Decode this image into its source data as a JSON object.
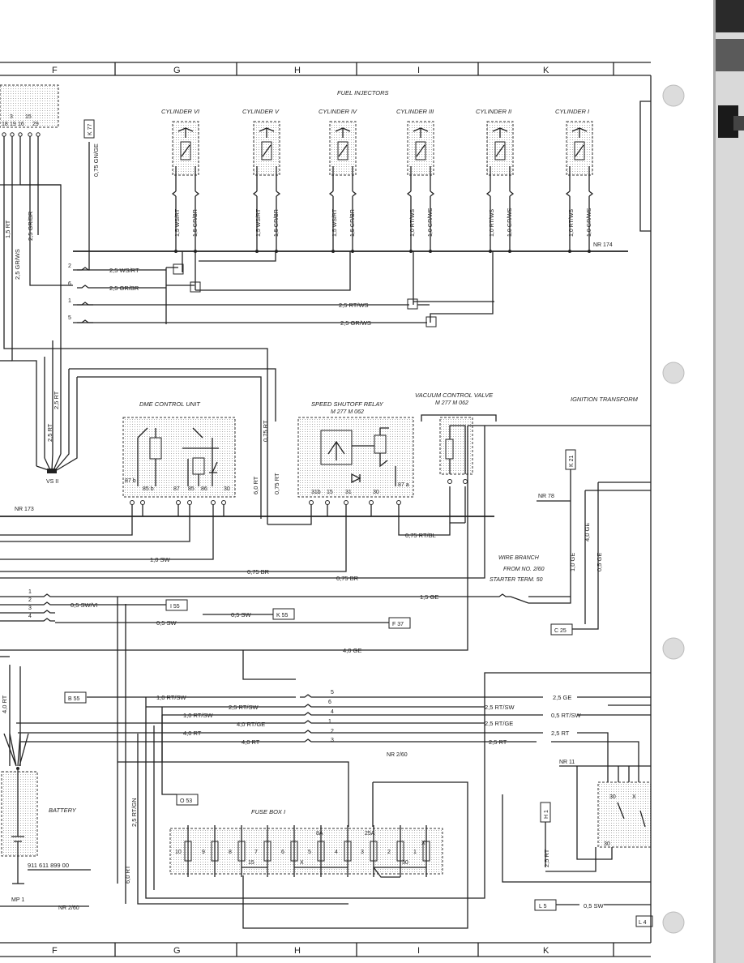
{
  "columns": [
    "F",
    "G",
    "H",
    "I",
    "K"
  ],
  "fuel_injectors": {
    "title": "FUEL INJECTORS",
    "cylinders": [
      "CYLINDER VI",
      "CYLINDER V",
      "CYLINDER IV",
      "CYLINDER III",
      "CYLINDER II",
      "CYLINDER I"
    ],
    "wires": [
      [
        "1,5 WS/RT",
        "1,5 GR/BR"
      ],
      [
        "1,5 WS/RT",
        "1,5 GR/BR"
      ],
      [
        "1,5 WS/RT",
        "1,5 GR/BR"
      ],
      [
        "1,0 RT/WS",
        "1,0 GR/WS"
      ],
      [
        "1,0 RT/WS",
        "1,0 GR/WS"
      ],
      [
        "1,0 RT/WS",
        "1,0 GR/WS"
      ]
    ]
  },
  "top_connector": {
    "pins_top": [
      "3",
      "15"
    ],
    "pins": [
      "18",
      "19",
      "16",
      "29"
    ]
  },
  "refs": {
    "k77": "K 77",
    "k21": "K 21",
    "i55": "I 55",
    "k55": "K 55",
    "f37": "F 37",
    "c25": "C 25",
    "b55": "B 55",
    "o53": "O 53",
    "h1": "H 1",
    "l5": "L 5",
    "l4": "L 4"
  },
  "nr": {
    "nr174": "NR 174",
    "nr173": "NR 173",
    "nr78": "NR 78",
    "nr260a": "NR 2/60",
    "nr11": "NR 11",
    "nr260b": "NR 2/60"
  },
  "wire_labels": {
    "w1": "0,75 GN/GE",
    "w2": "1,5 RT",
    "w3": "2,5 GR/BR",
    "w4": "2,5 GR/WS",
    "w5": "2,5 WS/RT",
    "w6": "2,5 GR/BR",
    "w7": "2,5 RT/WS",
    "w8": "2,5 GR/WS",
    "w9": "2,5 RT",
    "w10": "2,5 RT",
    "w11": "0,75 RT",
    "w12": "6,0 RT",
    "w13": "0,75 RT",
    "w14": "0,75 RT/BL",
    "w15": "1,0 SW",
    "w16": "0,75 BR",
    "w17": "0,75 BR",
    "w18": "0,5 SW/VI",
    "w19": "0,5 SW",
    "w20": "0,5 SW",
    "w21": "1,5 GE",
    "w22": "4,0 GE",
    "w23": "1,0 GE",
    "w24": "4,0 GE",
    "w25": "0,5 GE",
    "w26": "4,0 RT",
    "w27": "1,0 RT/SW",
    "w28": "2,5 RT/SW",
    "w29": "1,0 RT/SW",
    "w30": "4,0 RT/GE",
    "w31": "4,0 RT",
    "w32": "4,0 RT",
    "w33": "2,5 RT/SW",
    "w34": "2,5 GE",
    "w35": "2,5 RT/GE",
    "w36": "0,5 RT/SW",
    "w37": "2,5 RT",
    "w38": "2,5 RT",
    "w39": "2,5 RT/GN",
    "w40": "6,0 RT",
    "w41": "2,5 RT",
    "w42": "0,5 SW"
  },
  "connector_pins": {
    "a": [
      "2",
      "6",
      "1",
      "5"
    ],
    "b": [
      "1",
      "2",
      "3",
      "4"
    ],
    "c": [
      "5",
      "6",
      "4",
      "1",
      "2",
      "3"
    ]
  },
  "dme": {
    "title": "DME CONTROL UNIT",
    "pins": [
      "87 b",
      "85 b",
      "87",
      "85",
      "86",
      "30"
    ]
  },
  "speed_relay": {
    "title": "SPEED SHUTOFF RELAY",
    "sub": "M 277 M 062",
    "pins": [
      "31b",
      "15",
      "31",
      "30",
      "87 a"
    ]
  },
  "vacuum": {
    "title": "VACUUM CONTROL VALVE",
    "sub": "M 277 M 062"
  },
  "ignition": {
    "title": "IGNITION TRANSFORM"
  },
  "wire_branch": {
    "line1": "WIRE BRANCH",
    "line2": "FROM NO. 2/60",
    "line3": "STARTER TERM. 50"
  },
  "vsii": "VS II",
  "battery": {
    "title": "BATTERY",
    "part": "911 611 899 00",
    "ground": "MP 1"
  },
  "fusebox": {
    "title": "FUSE BOX I",
    "fuses": [
      "10",
      "9",
      "8",
      "7",
      "6",
      "5",
      "4",
      "3",
      "2",
      "1"
    ],
    "marks": [
      "15",
      "X",
      "8A",
      "25A",
      "30",
      "X"
    ]
  },
  "relay_br": {
    "pins": [
      "30",
      "X",
      "30"
    ]
  }
}
